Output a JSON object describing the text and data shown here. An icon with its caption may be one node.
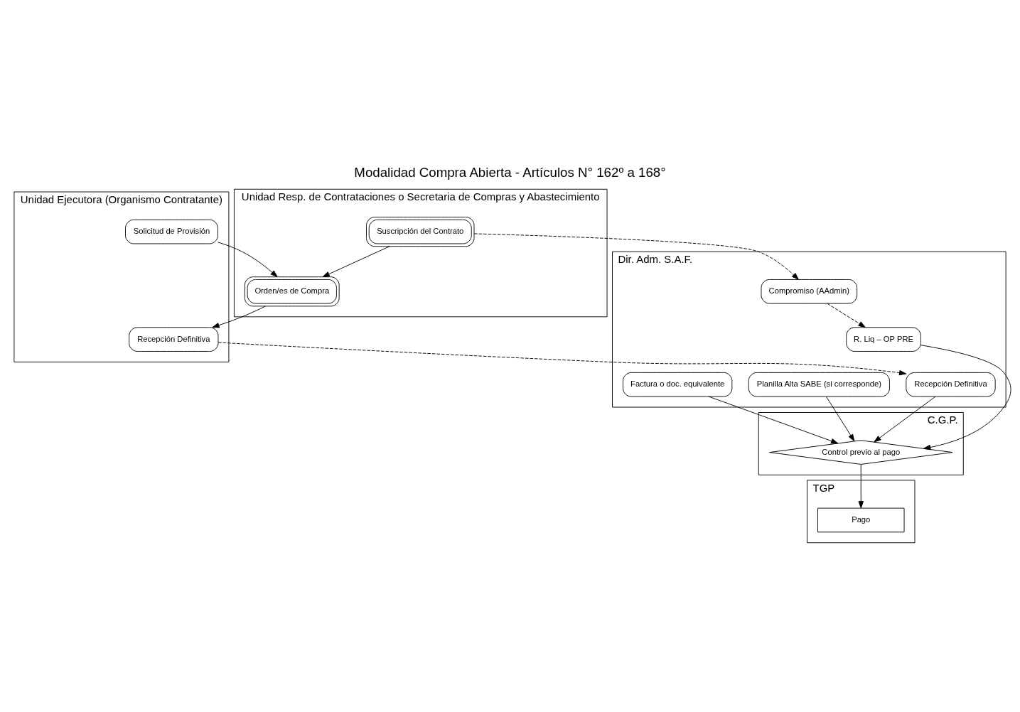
{
  "diagram": {
    "title": "Modalidad Compra Abierta - Artículos N° 162º a 168°",
    "nodes": [
      {
        "text": [
          "Unidad Ejecutora (Organismo Contratante)"
        ]
      },
      {
        "text": [
          "Dir. Adm. S.A.F."
        ]
      },
      {
        "text": [
          "Unidad Resp. de Contrataciones o Secretaria de Compras y Abastecimiento"
        ]
      },
      {
        "text": [
          "C.G.P."
        ]
      },
      {
        "text": [
          "TGP"
        ]
      },
      {
        "text": [
          "Compromiso (AAdmin)"
        ],
        "in": 1
      },
      {
        "text": [
          "Suscripción del Contrato"
        ],
        "in": 2
      },
      {
        "text": [
          "Solicitud de Provisión"
        ],
        "in": 0
      },
      {
        "text": [
          "Orden/es de Compra"
        ],
        "in": 2
      },
      {
        "text": [
          "Recepción Definitiva"
        ],
        "in": 0
      },
      {
        "text": [
          "Recepción Definitiva"
        ],
        "in": 1
      },
      {
        "text": [
          "Planilla Alta SABE (si corresponde)"
        ],
        "in": 1
      },
      {
        "text": [
          "Factura o doc. equivalente"
        ],
        "in": 1
      },
      {
        "text": [
          "R. Liq – OP PRE"
        ],
        "in": 1
      },
      {
        "text": [
          "Control previo al pago"
        ],
        "in": 3
      },
      {
        "text": [
          "Pago"
        ],
        "in": 4
      }
    ],
    "edges": [
      {
        "from": 6,
        "to": 5,
        "arrow": "to",
        "style": "dashed"
      },
      {
        "from": 6,
        "to": 8,
        "arrow": "to"
      },
      {
        "from": 7,
        "to": 8,
        "arrow": "to"
      },
      {
        "from": 8,
        "to": 9,
        "arrow": "to"
      },
      {
        "from": 9,
        "to": 10,
        "arrow": "to",
        "style": "dashed"
      },
      {
        "from": 5,
        "to": 13,
        "arrow": "to",
        "style": "dashed"
      },
      {
        "from": 10,
        "to": 14,
        "arrow": "to"
      },
      {
        "from": 11,
        "to": 14,
        "arrow": "to"
      },
      {
        "from": 12,
        "to": 14,
        "arrow": "to"
      },
      {
        "from": 13,
        "to": 14,
        "arrow": "to"
      },
      {
        "from": 14,
        "to": 15,
        "arrow": "to"
      }
    ]
  }
}
